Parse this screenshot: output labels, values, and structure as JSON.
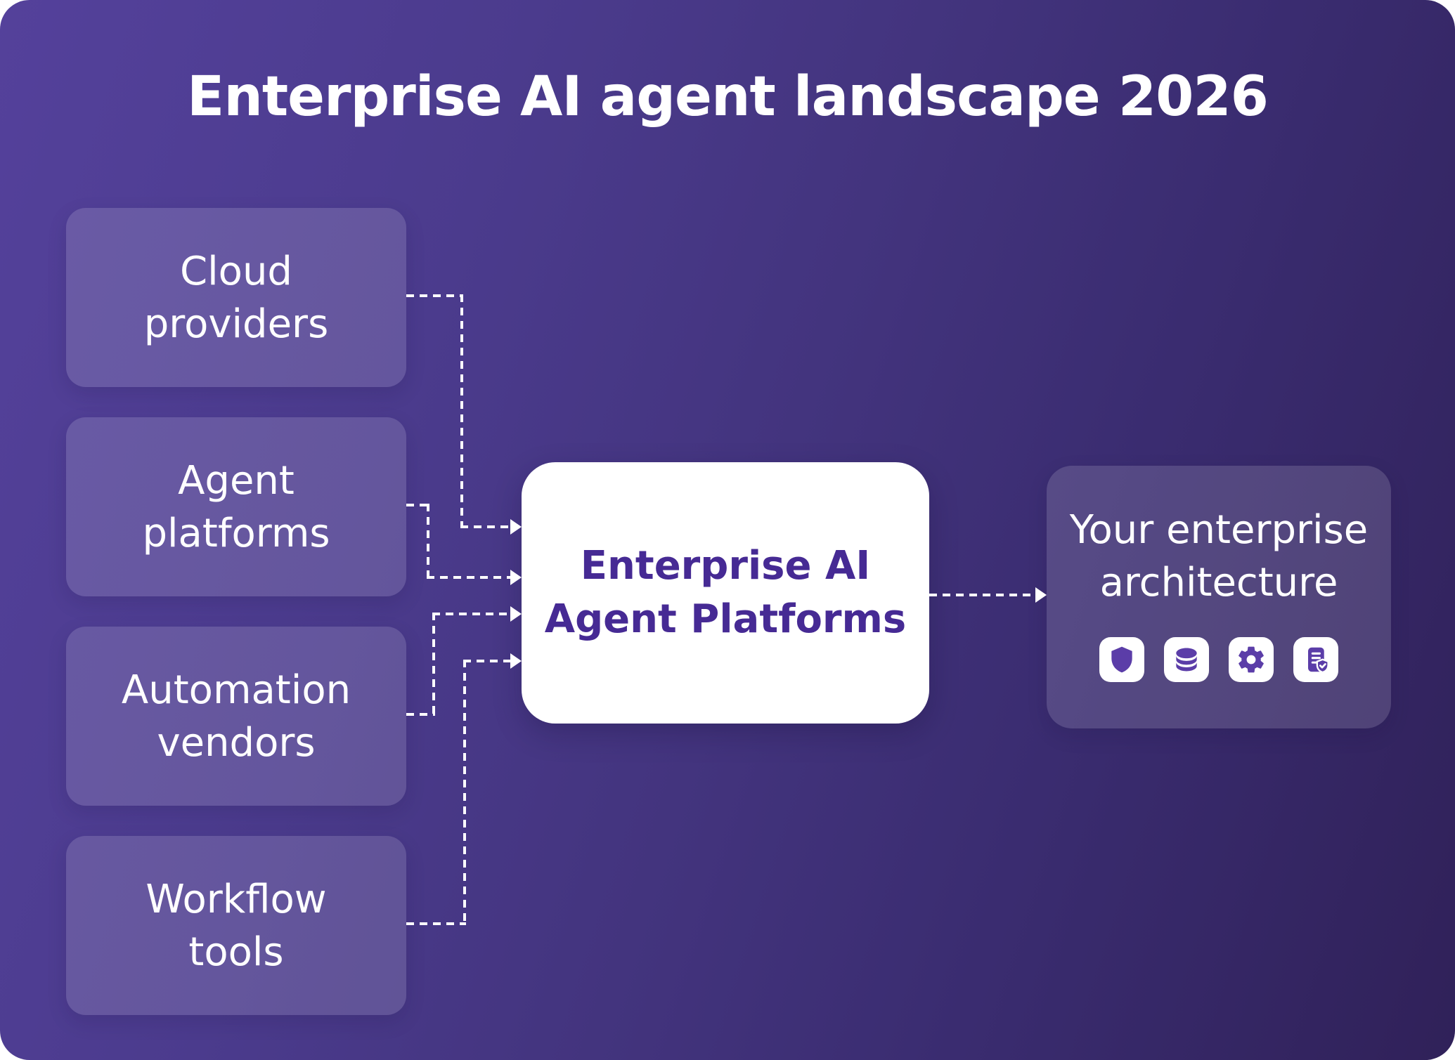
{
  "title": "Enterprise AI agent landscape 2026",
  "source_boxes": [
    {
      "id": "cloud",
      "label": "Cloud\nproviders"
    },
    {
      "id": "agent",
      "label": "Agent\nplatforms"
    },
    {
      "id": "automation",
      "label": "Automation\nvendors"
    },
    {
      "id": "workflow",
      "label": "Workflow\ntools"
    }
  ],
  "center_box": {
    "label": "Enterprise AI\nAgent Platforms"
  },
  "destination_box": {
    "label": "Your enterprise\narchitecture",
    "icons": [
      {
        "name": "shield-icon"
      },
      {
        "name": "database-icon"
      },
      {
        "name": "gear-icon"
      },
      {
        "name": "compliance-report-icon"
      }
    ]
  },
  "connectors": [
    {
      "from": "cloud",
      "to": "center"
    },
    {
      "from": "agent",
      "to": "center"
    },
    {
      "from": "automation",
      "to": "center"
    },
    {
      "from": "workflow",
      "to": "center"
    },
    {
      "from": "center",
      "to": "destination"
    }
  ],
  "colors": {
    "background_gradient_start": "#54419b",
    "background_gradient_end": "#302159",
    "panel_fill": "rgba(255,255,255,0.14)",
    "center_box_background": "#ffffff",
    "center_box_text": "#462a94",
    "light_text": "#ffffff",
    "icon_accent": "#5b3da8",
    "connector": "#ffffff"
  }
}
